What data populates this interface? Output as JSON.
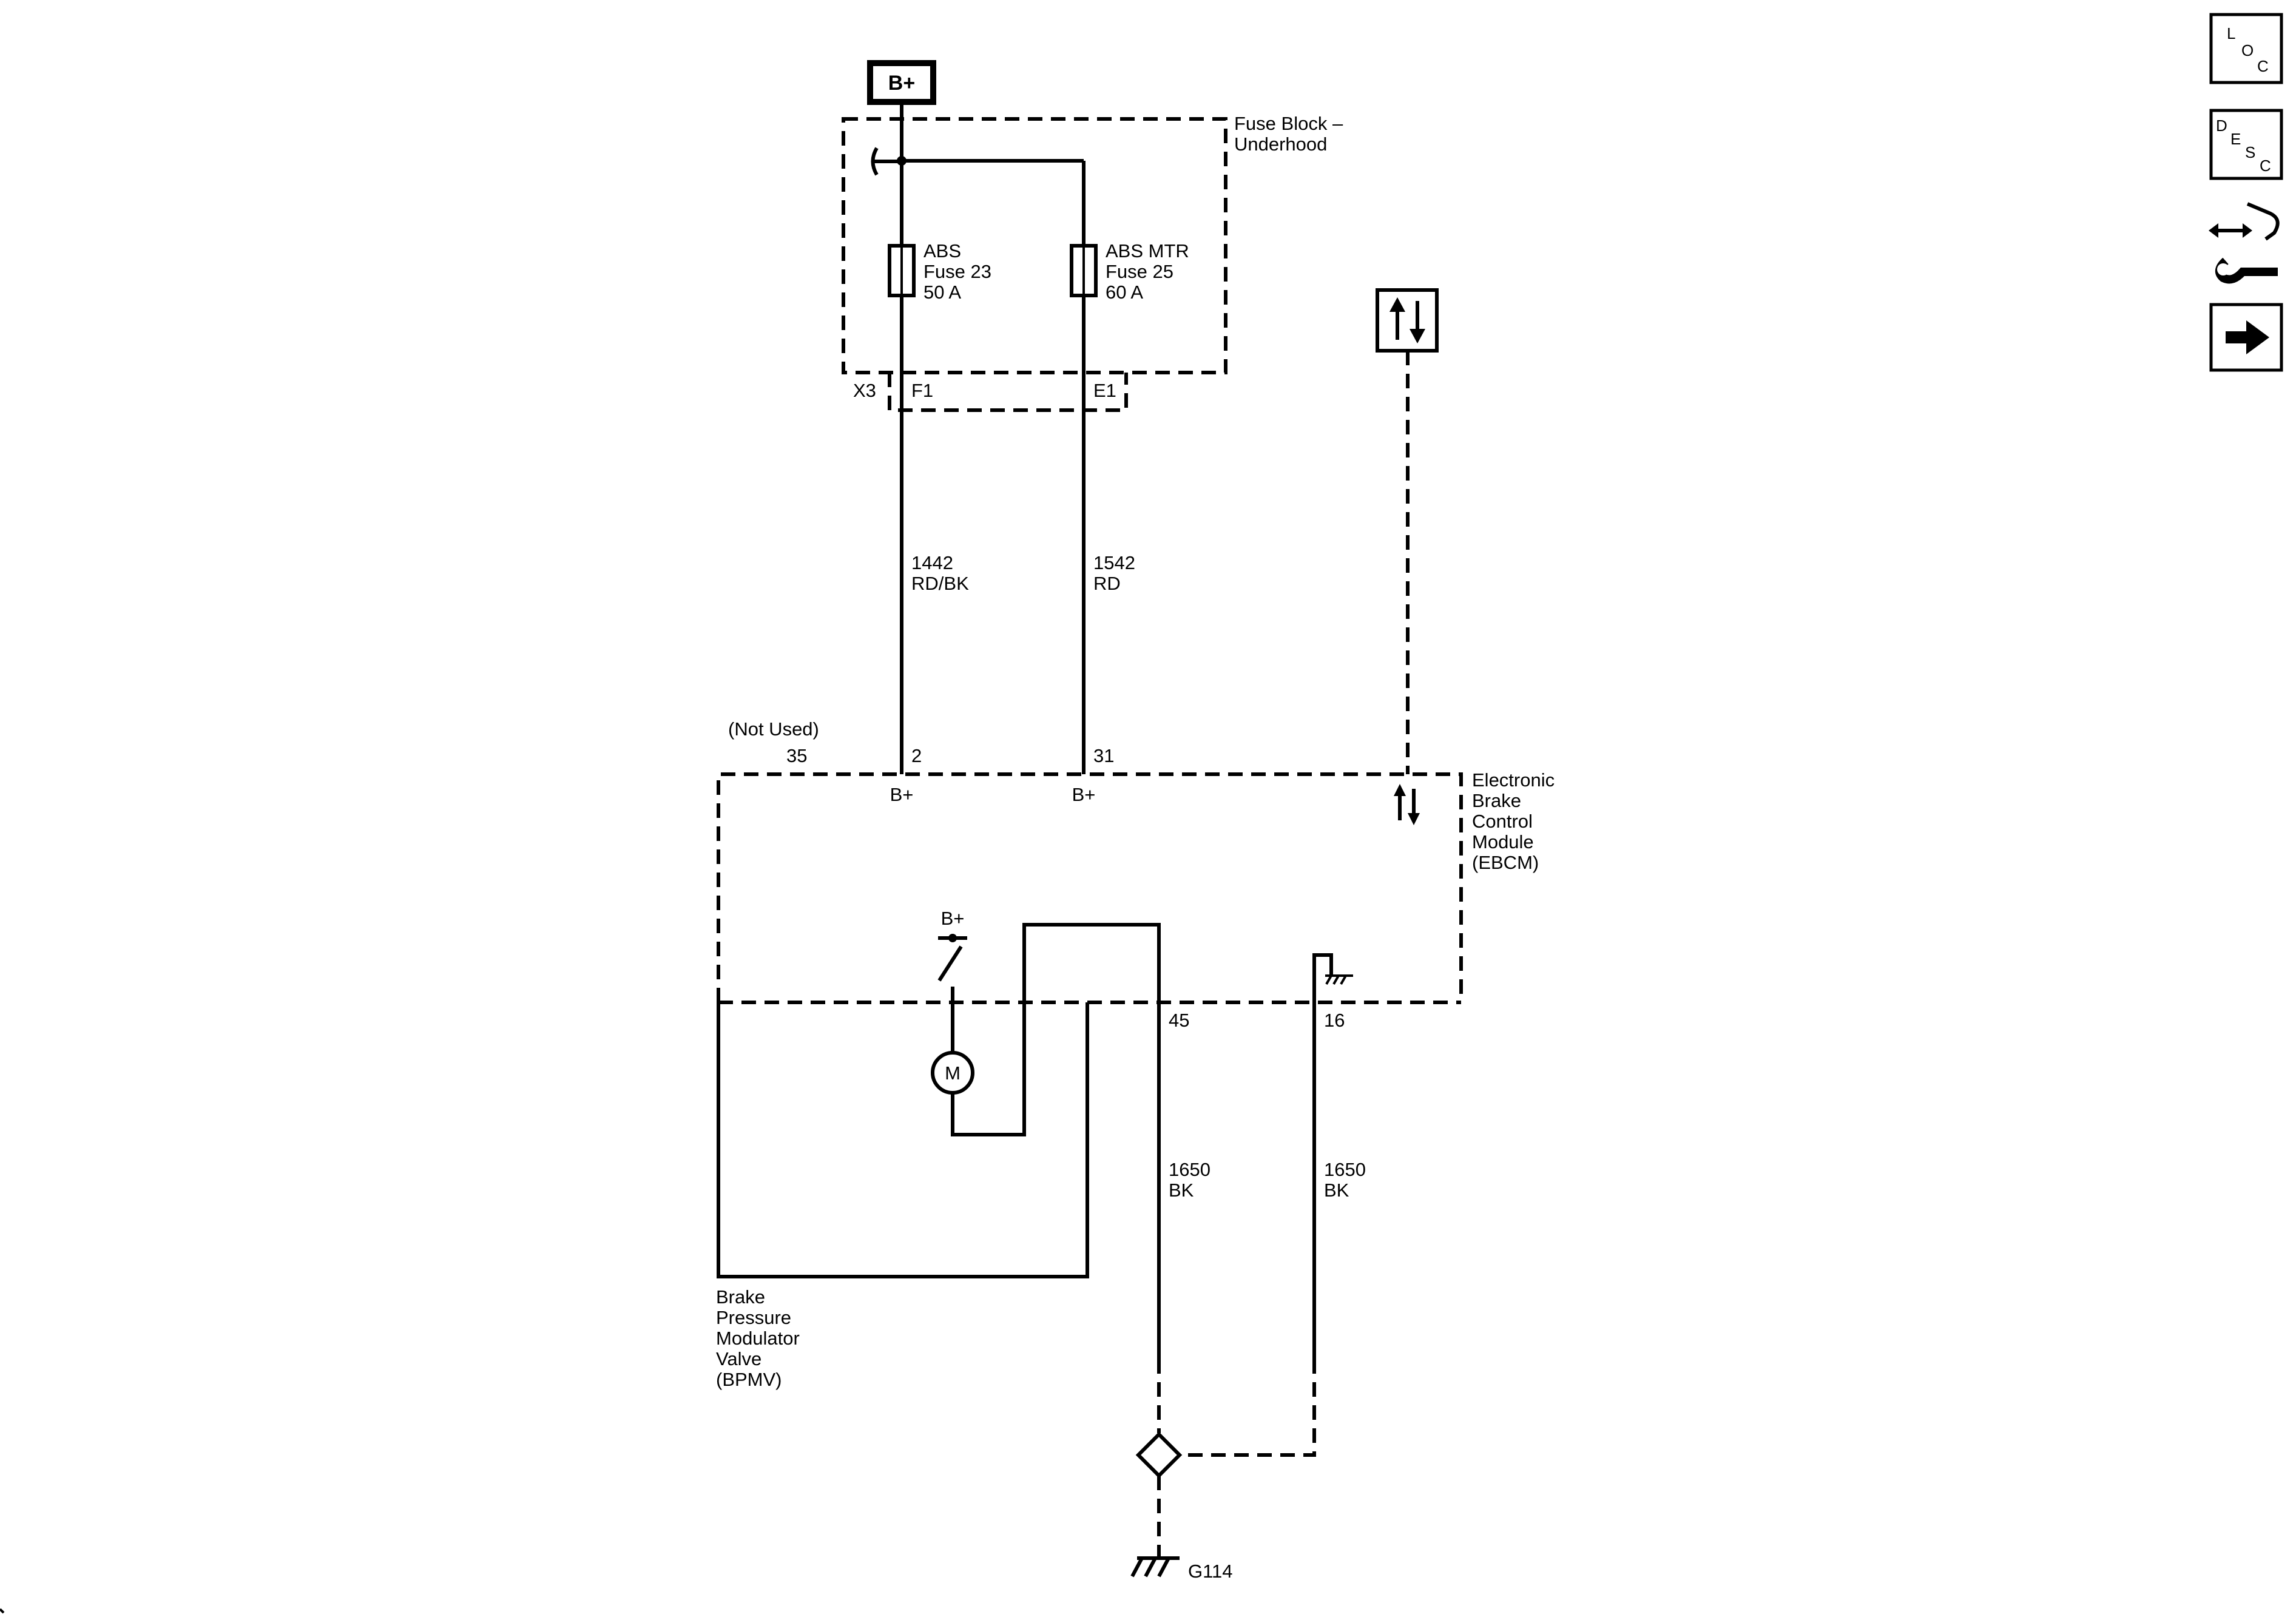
{
  "power_source": {
    "label": "B+"
  },
  "fuse_block": {
    "title_line1": "Fuse Block –",
    "title_line2": "Underhood",
    "connector": "X3",
    "fuses": [
      {
        "line1": "ABS",
        "line2": "Fuse 23",
        "line3": "50 A",
        "terminal": "F1"
      },
      {
        "line1": "ABS MTR",
        "line2": "Fuse 25",
        "line3": "60 A",
        "terminal": "E1"
      }
    ]
  },
  "wires": [
    {
      "circuit": "1442",
      "color": "RD/BK"
    },
    {
      "circuit": "1542",
      "color": "RD"
    },
    {
      "circuit": "1650",
      "color": "BK"
    },
    {
      "circuit": "1650",
      "color": "BK"
    }
  ],
  "ebcm": {
    "name_lines": [
      "Electronic",
      "Brake",
      "Control",
      "Module",
      "(EBCM)"
    ],
    "not_used_label": "(Not Used)",
    "pins": {
      "p35": "35",
      "p2": "2",
      "p31": "31",
      "p45": "45",
      "p16": "16"
    },
    "b_plus": "B+",
    "motor": "M"
  },
  "bpmv": {
    "name_lines": [
      "Brake",
      "Pressure",
      "Modulator",
      "Valve",
      "(BPMV)"
    ]
  },
  "ground": {
    "label": "G114"
  },
  "side_icons": [
    {
      "name": "loc-icon",
      "letters": [
        "L",
        "O",
        "C"
      ]
    },
    {
      "name": "desc-icon",
      "letters": [
        "D",
        "E",
        "S",
        "C"
      ]
    },
    {
      "name": "connector-repair-icon"
    },
    {
      "name": "next-arrow-icon"
    }
  ],
  "colors": {
    "line": "#000000",
    "background": "#ffffff"
  }
}
